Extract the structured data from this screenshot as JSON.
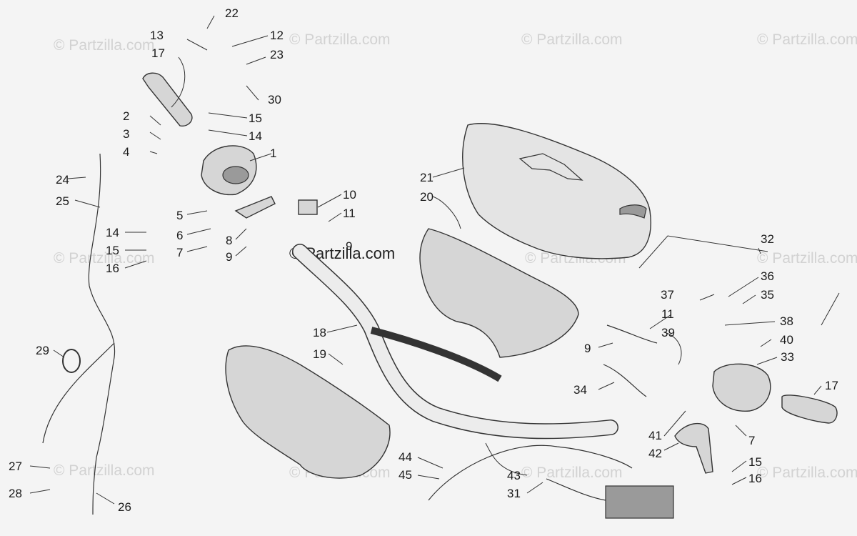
{
  "watermark": "© Partzilla.com",
  "labels": {
    "l1": "1",
    "l2": "2",
    "l3": "3",
    "l4": "4",
    "l5": "5",
    "l6": "6",
    "l7a": "7",
    "l7b": "7",
    "l8": "8",
    "l9a": "9",
    "l9b": "9",
    "l9c": "9",
    "l10": "10",
    "l11a": "11",
    "l11b": "11",
    "l12": "12",
    "l13": "13",
    "l14a": "14",
    "l14b": "14",
    "l15a": "15",
    "l15b": "15",
    "l15c": "15",
    "l16a": "16",
    "l16b": "16",
    "l17a": "17",
    "l17b": "17",
    "l18": "18",
    "l19": "19",
    "l20": "20",
    "l21": "21",
    "l22": "22",
    "l23": "23",
    "l24": "24",
    "l25": "25",
    "l26": "26",
    "l27": "27",
    "l28": "28",
    "l29": "29",
    "l30": "30",
    "l31": "31",
    "l32": "32",
    "l33": "33",
    "l34": "34",
    "l35": "35",
    "l36": "36",
    "l37": "37",
    "l38": "38",
    "l39": "39",
    "l40": "40",
    "l41": "41",
    "l42": "42",
    "l43": "43",
    "l44": "44",
    "l45": "45"
  }
}
